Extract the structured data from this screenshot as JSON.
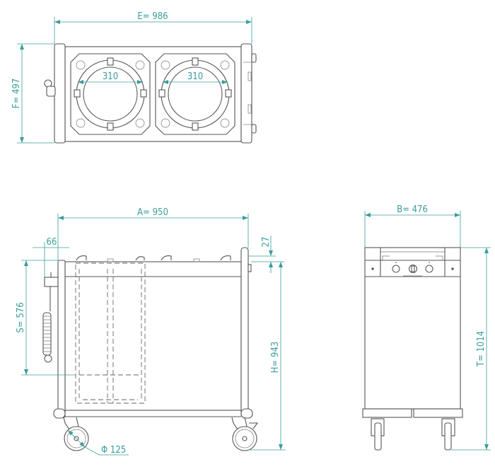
{
  "colors": {
    "dimension": "#3b9c9c",
    "outline": "#555555"
  },
  "top_view": {
    "width_label": "E=  986",
    "depth_label": "F=  497",
    "dispenser_left_diameter": "310",
    "dispenser_right_diameter": "310"
  },
  "side_view": {
    "length_label": "A=  950",
    "handle_offset_label": "66",
    "rim_height_label": "27",
    "stack_height_label": "S=  576",
    "height_label": "H=  943",
    "wheel_label": "Φ  125"
  },
  "front_view": {
    "width_label": "B=  476",
    "total_height_label": "T=  1014"
  }
}
